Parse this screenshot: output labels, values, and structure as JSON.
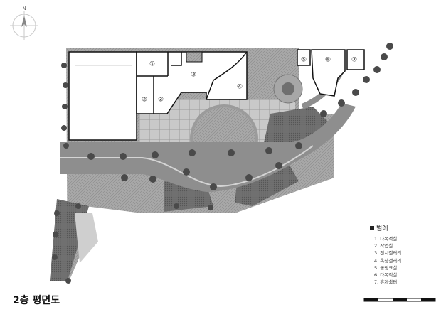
{
  "title": "2층 평면도",
  "legend": {
    "header": "범례",
    "items": [
      "1. 다목적실",
      "2. 작업실",
      "3. 전시갤러리",
      "4. 옥상갤러리",
      "5. 몰링크실",
      "6. 다목적실",
      "7. 휴게쉼터"
    ]
  },
  "rooms": [
    {
      "id": "room-1",
      "label": "①"
    },
    {
      "id": "room-2a",
      "label": "②"
    },
    {
      "id": "room-2b",
      "label": "②"
    },
    {
      "id": "room-3",
      "label": "③"
    },
    {
      "id": "room-4",
      "label": "④"
    },
    {
      "id": "room-5",
      "label": "⑤"
    },
    {
      "id": "room-6",
      "label": "⑥"
    },
    {
      "id": "room-7",
      "label": "⑦"
    }
  ],
  "colors": {
    "wall": "#111111",
    "paving": "#b5b5b5",
    "path": "#8e8e8e",
    "vegetation": "#555555",
    "roof": "#ffffff"
  },
  "icons": {
    "north": "north-arrow-icon",
    "scale": "scale-bar-icon"
  }
}
